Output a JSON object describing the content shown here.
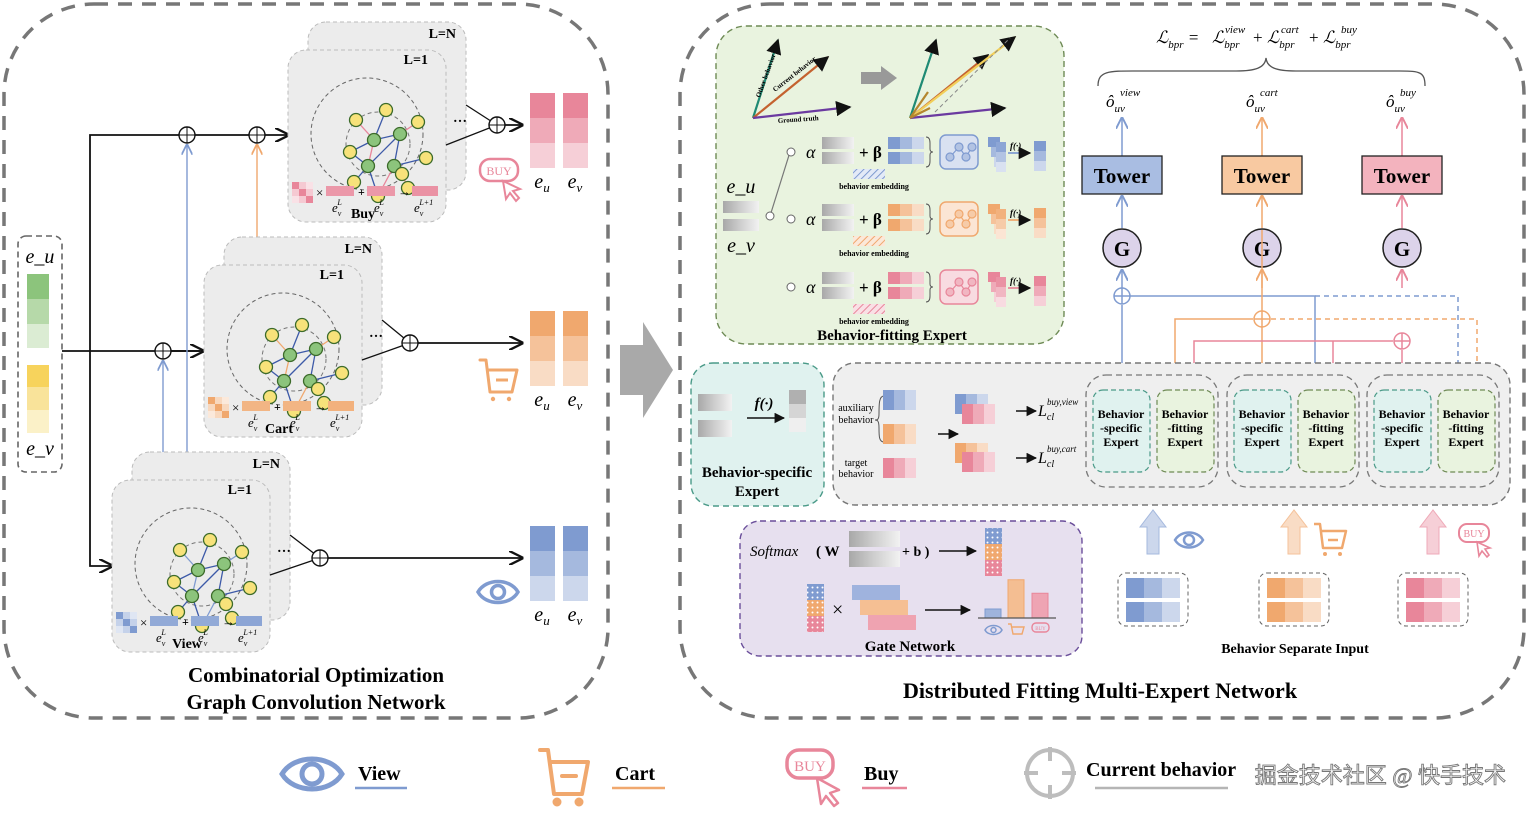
{
  "left_panel": {
    "title_line1": "Combinatorial Optimization",
    "title_line2": "Graph Convolution Network",
    "input": {
      "user_label": "e_u",
      "item_label": "e_v"
    },
    "blocks": [
      {
        "behavior": "Buy",
        "layer_top": "L=N",
        "layer_front": "L=1",
        "formula": [
          "e_v^L",
          "e_v^L",
          "e_v^{L+1}"
        ],
        "color": "#e8869a",
        "output_labels": [
          "e_u",
          "e_v"
        ]
      },
      {
        "behavior": "Cart",
        "layer_top": "L=N",
        "layer_front": "L=1",
        "formula": [
          "e_v^L",
          "e_v^L",
          "e_v^{L+1}"
        ],
        "color": "#f0a86e",
        "output_labels": [
          "e_u",
          "e_v"
        ]
      },
      {
        "behavior": "View",
        "layer_top": "L=N",
        "layer_front": "L=1",
        "formula": [
          "e_v^L",
          "e_v^L",
          "e_v^{L+1}"
        ],
        "color": "#7f9bd0",
        "output_labels": [
          "e_u",
          "e_v"
        ]
      }
    ],
    "ops": {
      "times": "×",
      "plus": "+",
      "arrow": "→",
      "ellipsis": "…"
    }
  },
  "right_panel": {
    "title": "Distributed Fitting Multi-Expert Network",
    "loss": {
      "lhs": "ℒ",
      "lhs_sub": "bpr",
      "terms": [
        {
          "sup": "view",
          "sub": "bpr"
        },
        {
          "sup": "cart",
          "sub": "bpr"
        },
        {
          "sup": "buy",
          "sub": "bpr"
        }
      ]
    },
    "outputs": [
      {
        "symbol": "ô",
        "sub": "uv",
        "sup": "view"
      },
      {
        "symbol": "ô",
        "sub": "uv",
        "sup": "cart"
      },
      {
        "symbol": "ô",
        "sub": "uv",
        "sup": "buy"
      }
    ],
    "towers": [
      {
        "label": "Tower",
        "color": "#a9bde2"
      },
      {
        "label": "Tower",
        "color": "#f8c9a1"
      },
      {
        "label": "Tower",
        "color": "#f3b3be"
      }
    ],
    "gates": [
      "G",
      "G",
      "G"
    ],
    "behavior_fitting_expert": {
      "title": "Behavior-fitting Expert",
      "vector_labels": {
        "other": "Other behavior representation",
        "current": "Current behavior representation",
        "truth": "Ground truth"
      },
      "inputs": {
        "user": "e_u",
        "item": "e_v"
      },
      "alpha": "α",
      "beta": "+ β",
      "embedding_label": "behavior embedding",
      "func": "f(·)"
    },
    "behavior_specific_expert": {
      "title_line1": "Behavior-specific",
      "title_line2": "Expert",
      "func": "f(·)"
    },
    "contrastive": {
      "aux_label_1": "auxiliary",
      "aux_label_2": "behavior",
      "target_label_1": "target",
      "target_label_2": "behavior",
      "losses": [
        {
          "symbol": "L",
          "sub": "cl",
          "sup": "buy,view"
        },
        {
          "symbol": "L",
          "sub": "cl",
          "sup": "buy,cart"
        }
      ]
    },
    "expert_groups": [
      {
        "specific": [
          "Behavior",
          "-specific",
          "Expert"
        ],
        "fitting": [
          "Behavior",
          "-fitting",
          "Expert"
        ]
      },
      {
        "specific": [
          "Behavior",
          "-specific",
          "Expert"
        ],
        "fitting": [
          "Behavior",
          "-fitting",
          "Expert"
        ]
      },
      {
        "specific": [
          "Behavior",
          "-specific",
          "Expert"
        ],
        "fitting": [
          "Behavior",
          "-fitting",
          "Expert"
        ]
      }
    ],
    "gate_network": {
      "title": "Gate Network",
      "softmax": "Softmax",
      "W": "( W",
      "b": "+ b )",
      "times": "×",
      "bar_values": {
        "view": 0.2,
        "cart": 0.85,
        "buy": 0.55
      }
    },
    "separate_input": {
      "title": "Behavior Separate Input"
    }
  },
  "legend": {
    "items": [
      {
        "label": "View",
        "icon": "eye-icon",
        "color": "#7f9bd0"
      },
      {
        "label": "Cart",
        "icon": "cart-icon",
        "color": "#f0a86e"
      },
      {
        "label": "Buy",
        "icon": "buy-click-icon",
        "color": "#e8869a"
      },
      {
        "label": "Current behavior",
        "icon": "crosshair-icon",
        "color": "#b5b5b5"
      }
    ]
  },
  "watermark": "掘金技术社区 @ 快手技术",
  "colors": {
    "view": "#7f9bd0",
    "cart": "#f0a86e",
    "buy": "#e8869a",
    "green_user": "#8cc47c",
    "yellow_item": "#f5d15a",
    "fitting_bg": "#e9f3df",
    "specific_bg": "#e0f2ef",
    "gate_bg": "#e7e0ef",
    "panel_gray": "#efefef"
  }
}
